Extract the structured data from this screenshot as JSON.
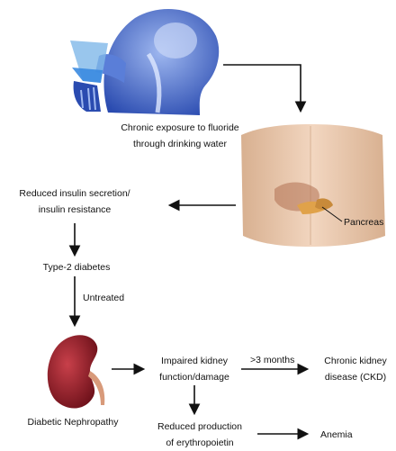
{
  "nodes": {
    "fluoride": {
      "line1": "Chronic exposure to fluoride",
      "line2": "through drinking water"
    },
    "pancreas": {
      "label": "Pancreas"
    },
    "insulin": {
      "line1": "Reduced insulin secretion/",
      "line2": "insulin resistance"
    },
    "diabetes": {
      "label": "Type-2 diabetes"
    },
    "untreated": {
      "label": "Untreated"
    },
    "nephropathy": {
      "label": "Diabetic Nephropathy"
    },
    "impaired": {
      "line1": "Impaired kidney",
      "line2": "function/damage"
    },
    "duration": {
      "label": ">3 months"
    },
    "ckd": {
      "line1": "Chronic kidney",
      "line2": "disease (CKD)"
    },
    "epo": {
      "line1": "Reduced production",
      "line2": "of erythropoietin"
    },
    "anemia": {
      "label": "Anemia"
    }
  },
  "colors": {
    "head": "#3a62c8",
    "skin": "#e8c4a8",
    "pancreas": "#e0a24a",
    "kidney": "#9b1f2a"
  }
}
